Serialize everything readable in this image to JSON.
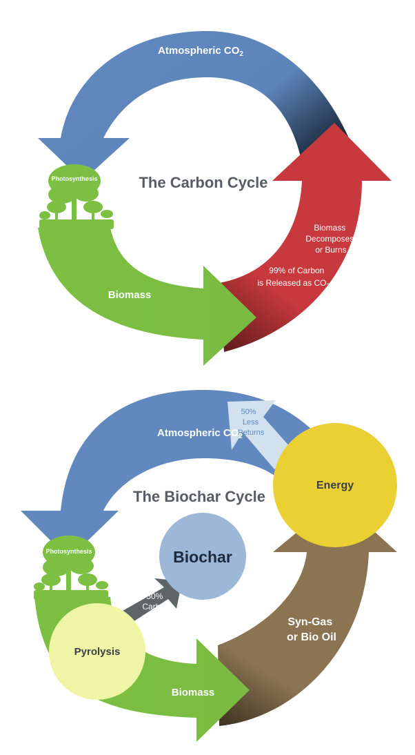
{
  "carbon_cycle": {
    "title": "The Carbon Cycle",
    "atmospheric_label": "Atmospheric CO",
    "atmospheric_sub": "2",
    "photosynthesis_label": "Photosynthesis",
    "biomass_label": "Biomass",
    "decompose_lines": [
      "Biomass",
      "Decomposes",
      "or Burns"
    ],
    "release_line1": "99% of Carbon",
    "release_line2": "is Released as CO",
    "release_sub": "2"
  },
  "biochar_cycle": {
    "title": "The Biochar Cycle",
    "atmospheric_label": "Atmospheric CO",
    "atmospheric_sub": "2",
    "less_returns_lines": [
      "50%",
      "Less",
      "Returns"
    ],
    "energy_label": "Energy",
    "biochar_label": "Biochar",
    "photosynthesis_label": "Photosynthesis",
    "carbon_lines": [
      "50%",
      "Carbon"
    ],
    "pyrolysis_label": "Pyrolysis",
    "syngas_lines": [
      "Syn-Gas",
      "or Bio Oil"
    ],
    "biomass_label": "Biomass"
  },
  "colors": {
    "atmosphere_blue": "#6189bf",
    "biomass_green": "#7cbf43",
    "decompose_red": "#c7393c",
    "energy_yellow": "#ebd034",
    "syngas_brown": "#8a7452",
    "biochar_blue": "#9db7d8",
    "pyrolysis_yellow": "#eef5a5",
    "carbon_gray": "#5f6466",
    "less_returns_blue": "#d3e0ee",
    "title_gray": "#585c63"
  }
}
